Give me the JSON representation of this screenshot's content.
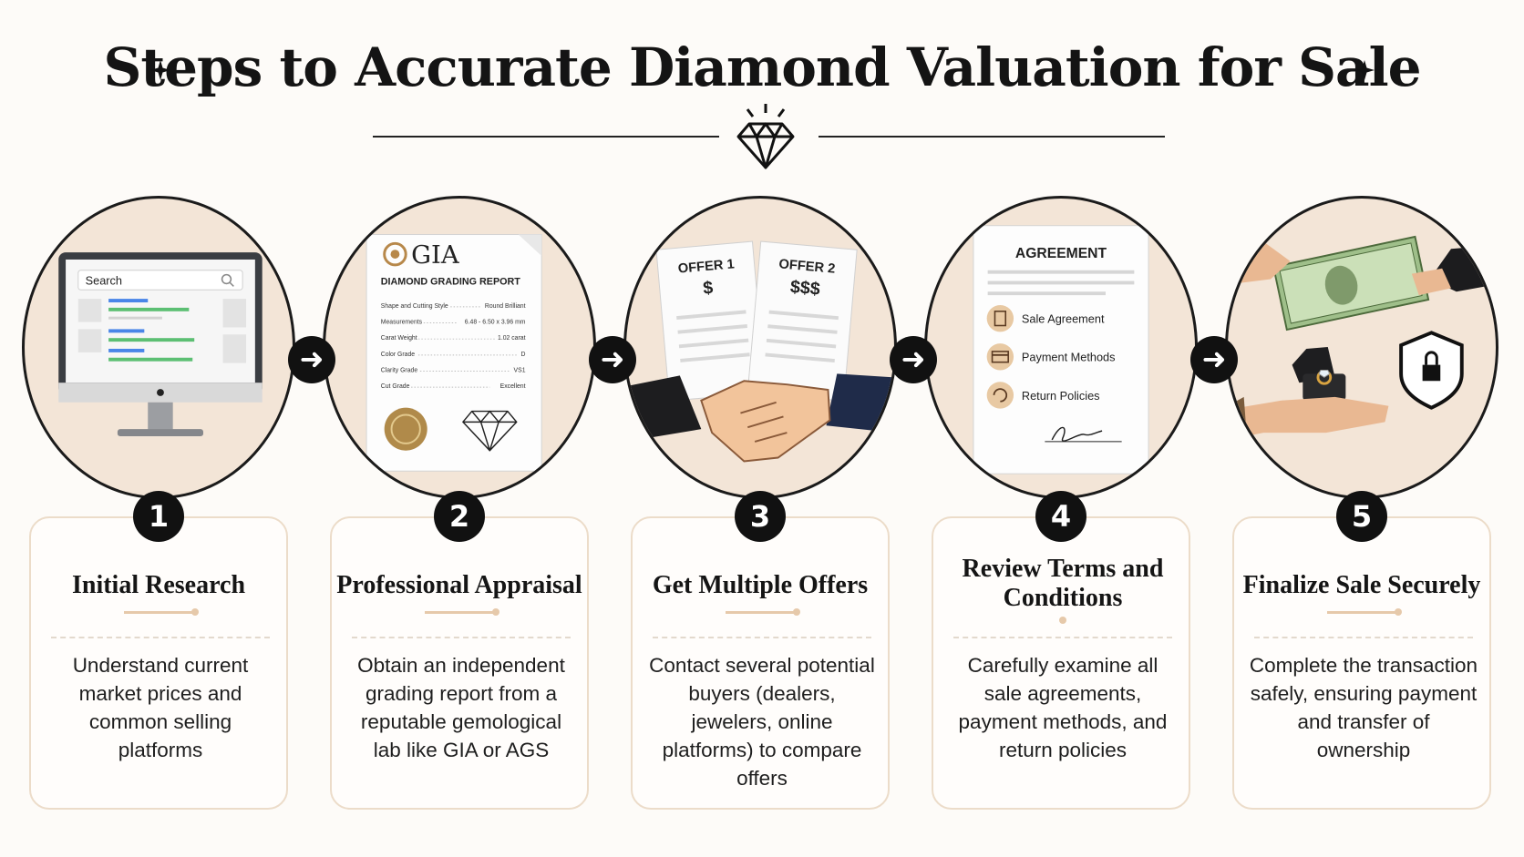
{
  "title": "Steps to Accurate Diamond Valuation for Sale",
  "icons": {
    "left_star": "four-point-star-icon",
    "right_star": "four-point-star-icon",
    "center": "diamond-icon",
    "arrow": "right-arrow-icon"
  },
  "colors": {
    "background": "#fdfbf8",
    "circle_fill": "#f3e5d7",
    "badge": "#111111",
    "card_border": "#ecdcc9",
    "accent": "#e6c9aa",
    "search_highlight_blue": "#4a86e8",
    "search_highlight_green": "#5cbf73"
  },
  "illustrations": {
    "research": {
      "icon": "desktop-monitor-search-icon",
      "search_placeholder": "Search"
    },
    "appraisal": {
      "icon": "grading-report-icon",
      "lab": "GIA",
      "report_title": "DIAMOND GRADING REPORT",
      "rows": [
        {
          "label": "Shape and Cutting Style",
          "value": "Round Brilliant"
        },
        {
          "label": "Measurements",
          "value": "6.48 - 6.50 x 3.96 mm"
        },
        {
          "label": "Carat Weight",
          "value": "1.02 carat"
        },
        {
          "label": "Color Grade",
          "value": "D"
        },
        {
          "label": "Clarity Grade",
          "value": "VS1"
        },
        {
          "label": "Cut Grade",
          "value": "Excellent"
        }
      ]
    },
    "offers": {
      "icon": "handshake-icon",
      "offer1_label": "OFFER 1",
      "offer1_value": "$",
      "offer2_label": "OFFER 2",
      "offer2_value": "$$$"
    },
    "terms": {
      "icon": "agreement-document-icon",
      "doc_title": "AGREEMENT",
      "items": [
        "Sale Agreement",
        "Payment Methods",
        "Return Policies"
      ]
    },
    "finalize": {
      "icon": "cash-exchange-ring-lock-icon"
    }
  },
  "steps": [
    {
      "number": "1",
      "title": "Initial Research",
      "text": "Understand current market prices and common selling platforms"
    },
    {
      "number": "2",
      "title": "Professional Appraisal",
      "text": "Obtain an independent grading report from a reputable gemological lab like GIA or AGS"
    },
    {
      "number": "3",
      "title": "Get Multiple Offers",
      "text": "Contact several potential buyers (dealers, jewelers, online platforms) to compare offers"
    },
    {
      "number": "4",
      "title": "Review Terms and Conditions",
      "text": "Carefully examine all sale agreements, payment methods, and return policies"
    },
    {
      "number": "5",
      "title": "Finalize Sale Securely",
      "text": "Complete the transaction safely, ensuring payment and transfer of ownership"
    }
  ]
}
